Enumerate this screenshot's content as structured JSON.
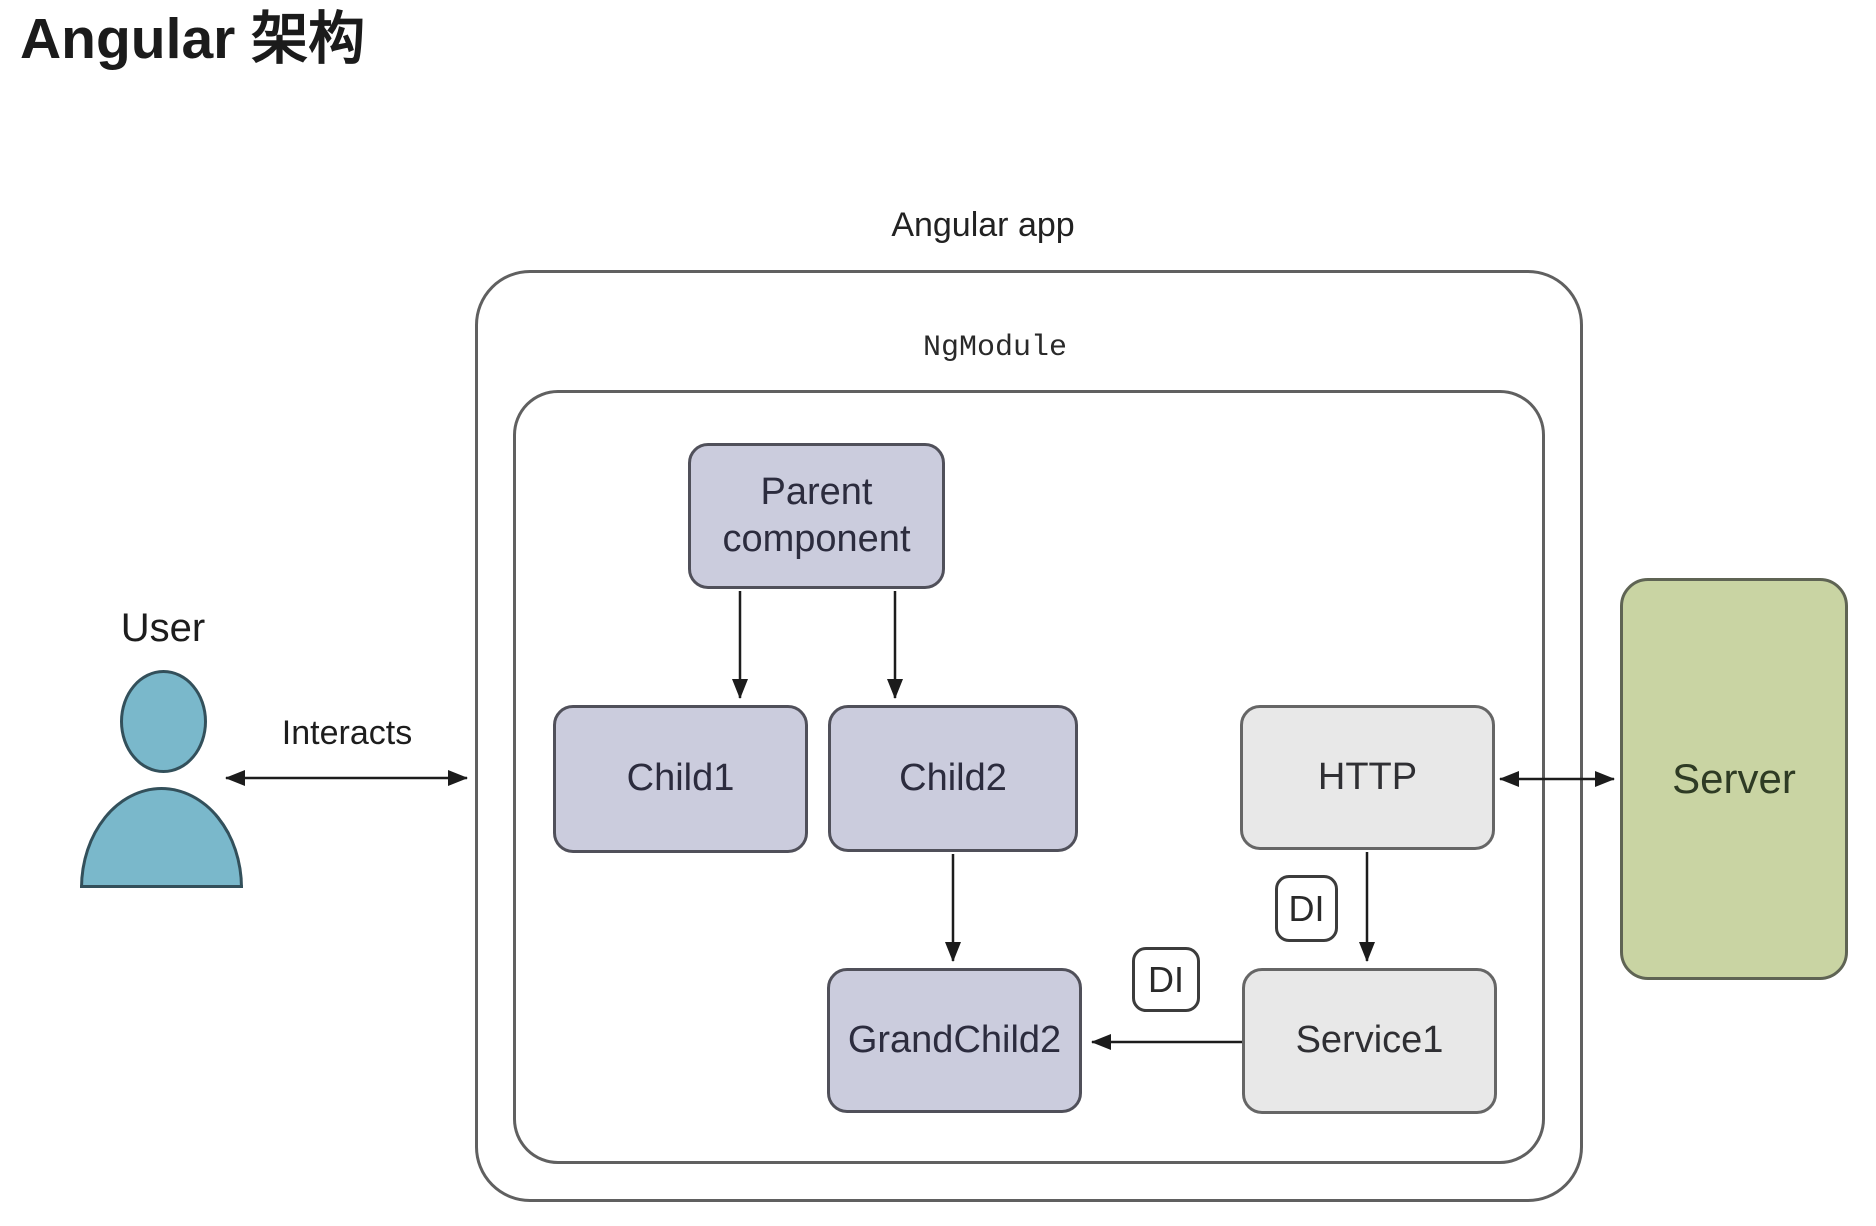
{
  "title": "Angular 架构",
  "containers": {
    "app_label": "Angular app",
    "module_label": "NgModule"
  },
  "nodes": {
    "parent": "Parent component",
    "child1": "Child1",
    "child2": "Child2",
    "grandchild2": "GrandChild2",
    "http": "HTTP",
    "service1": "Service1",
    "server": "Server"
  },
  "annotations": {
    "di_http_service": "DI",
    "di_service_grandchild": "DI",
    "user": "User",
    "interacts": "Interacts"
  },
  "colors": {
    "component_fill": "#cbccdd",
    "component_border": "#50505a",
    "service_fill": "#e8e8e8",
    "service_border": "#666666",
    "server_fill": "#c9d4a3",
    "server_border": "#5f6454",
    "server_text": "#2e3b24",
    "user_fill": "#7ab8cb",
    "user_border": "#33505b",
    "container_border": "#606060",
    "arrow": "#1c1c1c",
    "text": "#1f1f1f",
    "node_text": "#2c2c3e"
  }
}
